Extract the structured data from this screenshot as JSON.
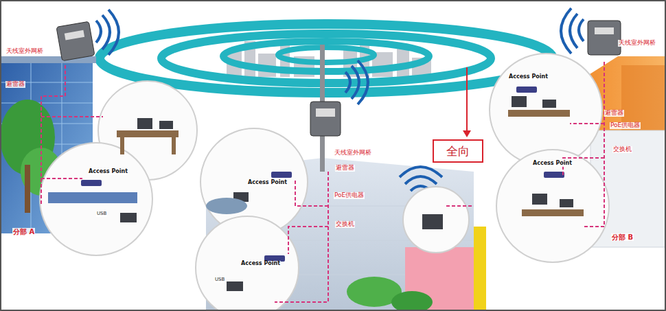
{
  "diagram": {
    "nodes": [
      {
        "text": [
          "全向"
        ]
      }
    ],
    "labels": [
      "天线室外网桥",
      "避雷器",
      "天线室外网桥",
      "天线室外网桥",
      "Access Point",
      "避雷器",
      "PoE供电器",
      "交换机",
      "避雷器",
      "Access Point",
      "PoE供电器",
      "Access Point",
      "交换机",
      "Access Point",
      "USB",
      "Access Point",
      "USB",
      "分部 A",
      "分部 B"
    ]
  }
}
